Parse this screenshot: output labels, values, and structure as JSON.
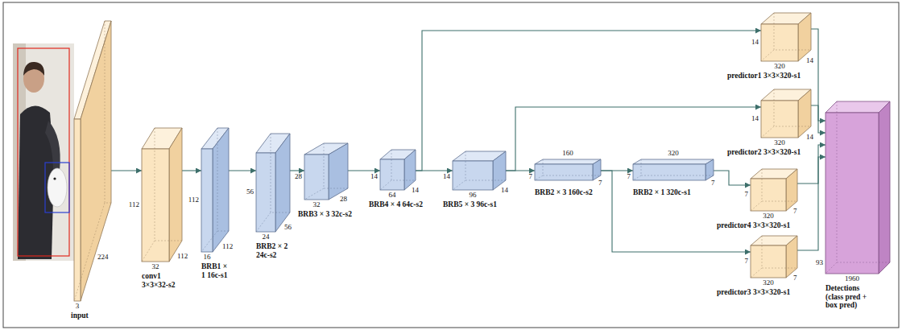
{
  "diagram": {
    "nodes": [
      {
        "text": [
          "3",
          "224",
          "input"
        ]
      },
      {
        "text": [
          "112",
          "32",
          "112",
          "conv1 3×3×32-s2"
        ]
      },
      {
        "text": [
          "112",
          "16",
          "112",
          "BRB1 × 1 16c-s1"
        ]
      },
      {
        "text": [
          "56",
          "24",
          "56",
          "BRB2 × 2 24c-s2"
        ]
      },
      {
        "text": [
          "28",
          "32",
          "28",
          "BRB3 × 3 32c-s2"
        ]
      },
      {
        "text": [
          "14",
          "64",
          "14",
          "BRB4 × 4 64c-s2"
        ]
      },
      {
        "text": [
          "14",
          "96",
          "14",
          "BRB5 × 3 96c-s1"
        ]
      },
      {
        "text": [
          "7",
          "160",
          "7",
          "BRB2 × 3 160c-s2"
        ]
      },
      {
        "text": [
          "7",
          "320",
          "7",
          "BRB2 × 1 320c-s1"
        ]
      },
      {
        "text": [
          "14",
          "320",
          "14",
          "predictor1 3×3×320-s1"
        ]
      },
      {
        "text": [
          "14",
          "320",
          "14",
          "predictor2 3×3×320-s1"
        ]
      },
      {
        "text": [
          "7",
          "320",
          "7",
          "predictor4 3×3×320-s1"
        ]
      },
      {
        "text": [
          "7",
          "320",
          "7",
          "predictor3 3×3×320-s1"
        ]
      },
      {
        "text": [
          "93",
          "1960",
          "Detections (class pred + box pred)"
        ]
      }
    ],
    "edges": [
      {
        "from": 0,
        "to": 1,
        "arrow": "to"
      },
      {
        "from": 1,
        "to": 2,
        "arrow": "to"
      },
      {
        "from": 2,
        "to": 3,
        "arrow": "to"
      },
      {
        "from": 3,
        "to": 4,
        "arrow": "to"
      },
      {
        "from": 4,
        "to": 5,
        "arrow": "to"
      },
      {
        "from": 5,
        "to": 6,
        "arrow": "to"
      },
      {
        "from": 6,
        "to": 7,
        "arrow": "to"
      },
      {
        "from": 7,
        "to": 8,
        "arrow": "to"
      },
      {
        "from": 5,
        "to": 9,
        "arrow": "to"
      },
      {
        "from": 6,
        "to": 10,
        "arrow": "to"
      },
      {
        "from": 8,
        "to": 11,
        "arrow": "to"
      },
      {
        "from": 7,
        "to": 12,
        "arrow": "to"
      },
      {
        "from": 9,
        "to": 13,
        "arrow": "to"
      },
      {
        "from": 10,
        "to": 13,
        "arrow": "to"
      },
      {
        "from": 11,
        "to": 13,
        "arrow": "to"
      },
      {
        "from": 12,
        "to": 13,
        "arrow": "to"
      }
    ]
  }
}
